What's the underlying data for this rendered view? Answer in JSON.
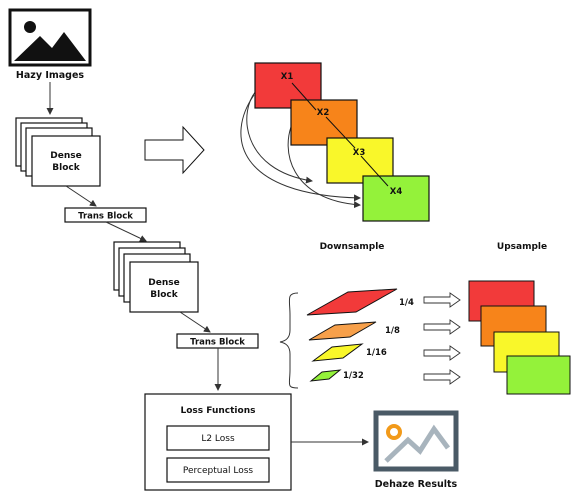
{
  "input": {
    "label": "Hazy Images",
    "icon": "image-icon"
  },
  "dense_block_1": {
    "label_line1": "Dense",
    "label_line2": "Block"
  },
  "trans_block_1": {
    "label": "Trans Block"
  },
  "dense_block_2": {
    "label_line1": "Dense",
    "label_line2": "Block"
  },
  "trans_block_2": {
    "label": "Trans Block"
  },
  "dense_detail": {
    "nodes": [
      {
        "label": "X1",
        "color": "#f23a3a"
      },
      {
        "label": "X2",
        "color": "#f7841a"
      },
      {
        "label": "X3",
        "color": "#f9f72a"
      },
      {
        "label": "X4",
        "color": "#94f23a"
      }
    ]
  },
  "pyramid": {
    "downsample_label": "Downsample",
    "upsample_label": "Upsample",
    "scales": [
      {
        "label": "1/4",
        "color": "#f23a3a"
      },
      {
        "label": "1/8",
        "color": "#f7a04a"
      },
      {
        "label": "1/16",
        "color": "#f9f72a"
      },
      {
        "label": "1/32",
        "color": "#94f23a"
      }
    ],
    "upsample_colors": [
      "#f23a3a",
      "#f7841a",
      "#f9f72a",
      "#94f23a"
    ]
  },
  "loss": {
    "title": "Loss Functions",
    "items": [
      "L2 Loss",
      "Perceptual Loss"
    ]
  },
  "output": {
    "label": "Dehaze Results",
    "icon": "photo-icon",
    "accent": "#f29a1a",
    "frame": "#4a5a66"
  }
}
